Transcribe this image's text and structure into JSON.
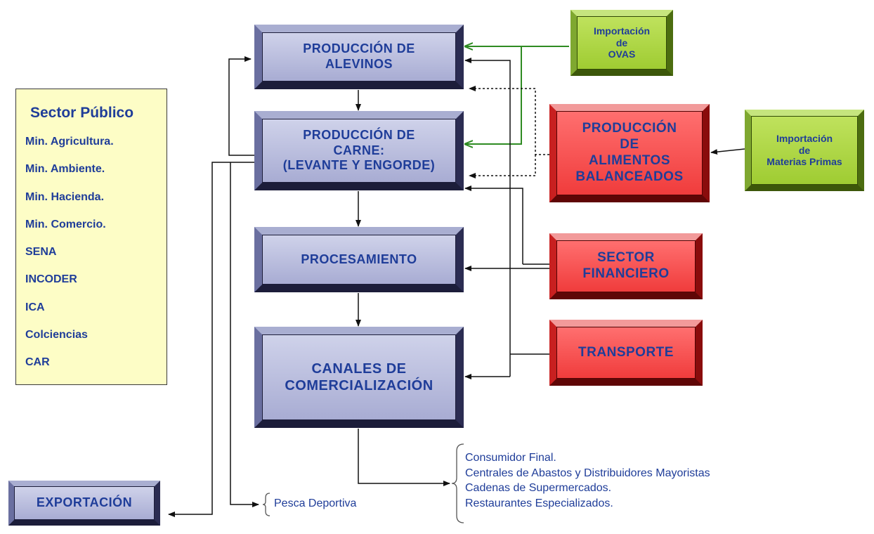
{
  "public_sector": {
    "title": "Sector Público",
    "items": [
      "Min. Agricultura.",
      "Min. Ambiente.",
      "Min. Hacienda.",
      "Min. Comercio.",
      "SENA",
      "INCODER",
      "ICA",
      "Colciencias",
      "CAR"
    ]
  },
  "chain": {
    "alevinos": {
      "line1": "PRODUCCIÓN DE",
      "line2": "ALEVINOS"
    },
    "carne": {
      "line1": "PRODUCCIÓN DE",
      "line2": "CARNE:",
      "line3": "(LEVANTE Y ENGORDE)"
    },
    "procesamiento": {
      "line1": "PROCESAMIENTO"
    },
    "canales": {
      "line1": "CANALES DE",
      "line2": "COMERCIALIZACIÓN"
    }
  },
  "exportacion": {
    "label": "EXPORTACIÓN"
  },
  "suppliers": {
    "ovas": {
      "line1": "Importación",
      "line2": "de",
      "line3": "OVAS"
    },
    "materias": {
      "line1": "Importación",
      "line2": "de",
      "line3": "Materias Primas"
    },
    "alimentos": {
      "line1": "PRODUCCIÓN",
      "line2": "DE",
      "line3": "ALIMENTOS",
      "line4": "BALANCEADOS"
    },
    "financiero": {
      "line1": "SECTOR",
      "line2": "FINANCIERO"
    },
    "transporte": {
      "line1": "TRANSPORTE"
    }
  },
  "clients": [
    "Consumidor Final.",
    "Centrales de Abastos y Distribuidores Mayoristas",
    "Cadenas de Supermercados.",
    "Restaurantes Especializados."
  ],
  "pesca": "Pesca Deportiva",
  "colors": {
    "text": "#1f3d99",
    "chain_box": "#b8bcdc",
    "supplier_red": "#f24a4a",
    "import_green": "#a6d13a",
    "public_bg": "#fdfdc6",
    "green_arrow": "#2e8b22"
  }
}
